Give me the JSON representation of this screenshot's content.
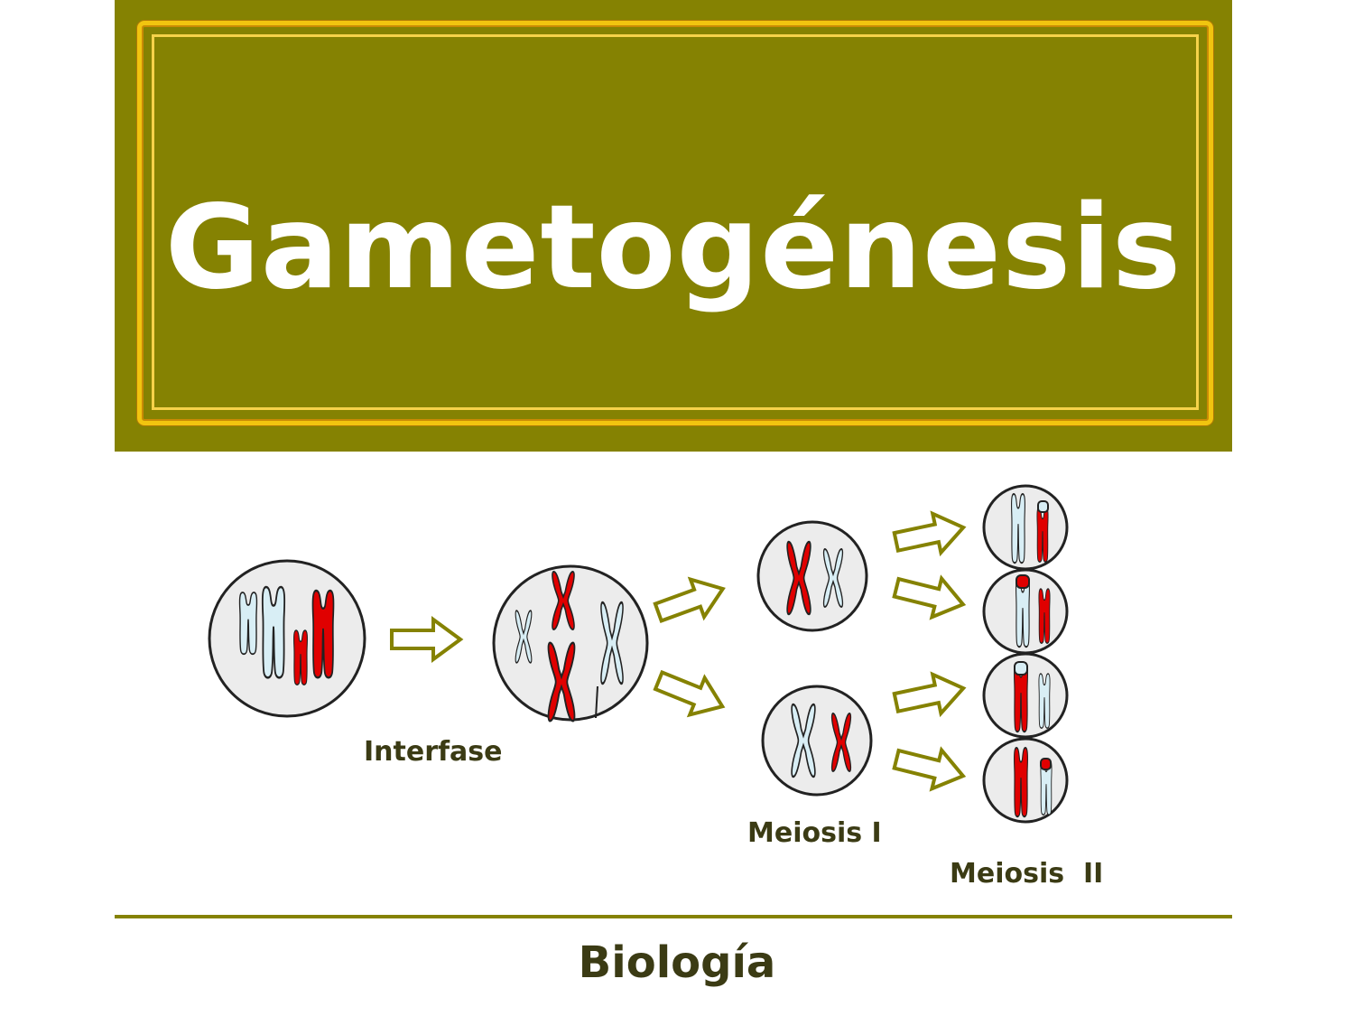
{
  "title": "Gametogénesis",
  "labels": {
    "interphase": "Interfase",
    "meiosis1": "Meiosis I",
    "meiosis2": "Meiosis  II"
  },
  "footer": "Biología",
  "colors": {
    "banner": "#858202",
    "frame_gold": "#f1c40f",
    "arrow": "#858202",
    "chromosome_blue": "#d8eef5",
    "chromosome_red": "#e00000",
    "cell_fill": "#ececec"
  },
  "icons": [
    "cell-icon",
    "chromosome-icon",
    "arrow-right-icon"
  ]
}
